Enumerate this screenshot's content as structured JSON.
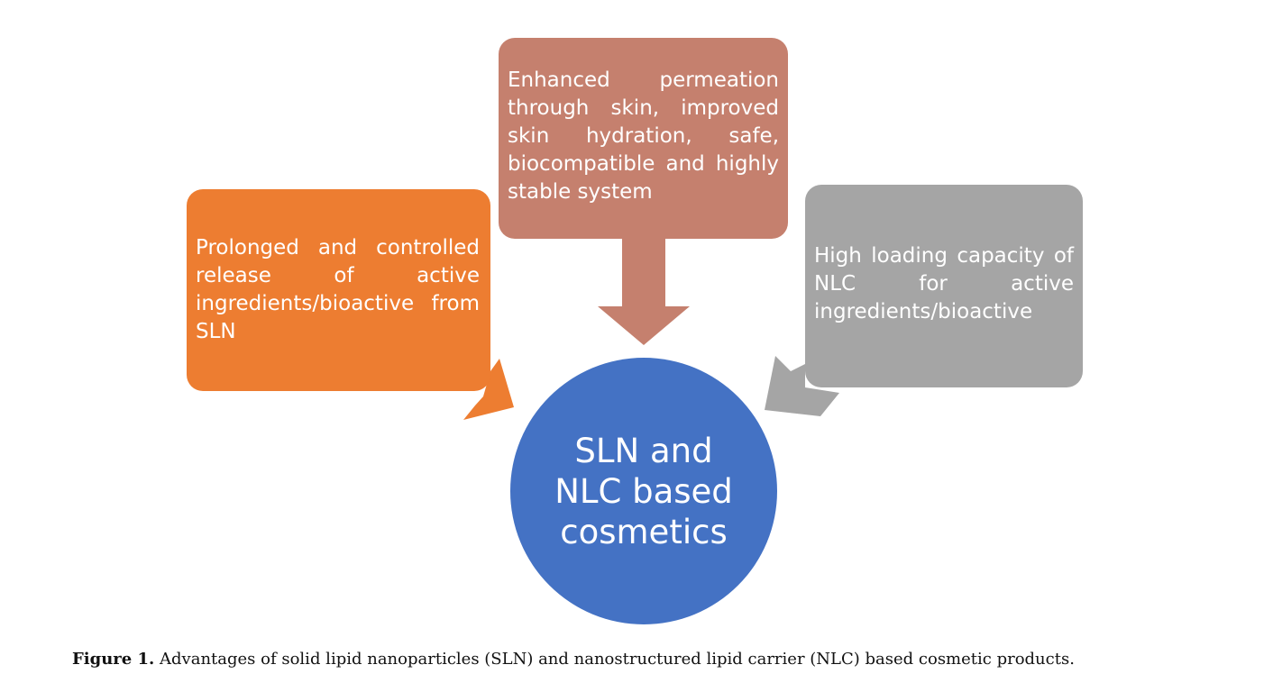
{
  "diagram": {
    "boxes": {
      "left": {
        "text": "Prolonged and controlled release of active ingredients/bioactive from SLN",
        "color": "#ed7d31"
      },
      "top": {
        "text": "Enhanced permeation through skin, improved skin hydration, safe, biocompatible and highly stable system",
        "color": "#c5806e"
      },
      "right": {
        "text": "High loading capacity of NLC for active ingredients/bioactive",
        "color": "#a5a5a5"
      }
    },
    "center": {
      "text": "SLN and NLC based cosmetics",
      "color": "#4472c4"
    }
  },
  "caption": {
    "label": "Figure 1.",
    "text": " Advantages of solid lipid nanoparticles (SLN) and nanostructured lipid carrier (NLC) based cosmetic products."
  }
}
